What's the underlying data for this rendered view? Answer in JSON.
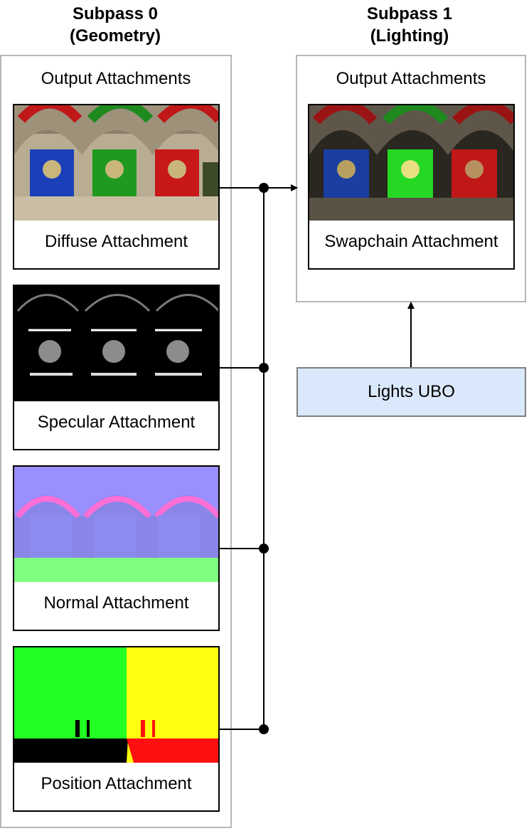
{
  "subpass0": {
    "title_line1": "Subpass 0",
    "title_line2": "(Geometry)",
    "panel_label": "Output Attachments"
  },
  "subpass1": {
    "title_line1": "Subpass 1",
    "title_line2": "(Lighting)",
    "panel_label": "Output Attachments"
  },
  "attachments": {
    "diffuse": "Diffuse Attachment",
    "specular": "Specular Attachment",
    "normal": "Normal Attachment",
    "position": "Position Attachment",
    "swapchain": "Swapchain Attachment"
  },
  "lights_ubo": "Lights UBO",
  "colors": {
    "panel_border": "#b7b7b7",
    "lights_fill": "#dae8fc",
    "banner_blue": "#1a3fb8",
    "banner_green": "#1f9a1f",
    "banner_red": "#c81818",
    "position_green": "#22ff22",
    "position_yellow": "#ffff10",
    "position_red": "#ff1010"
  }
}
